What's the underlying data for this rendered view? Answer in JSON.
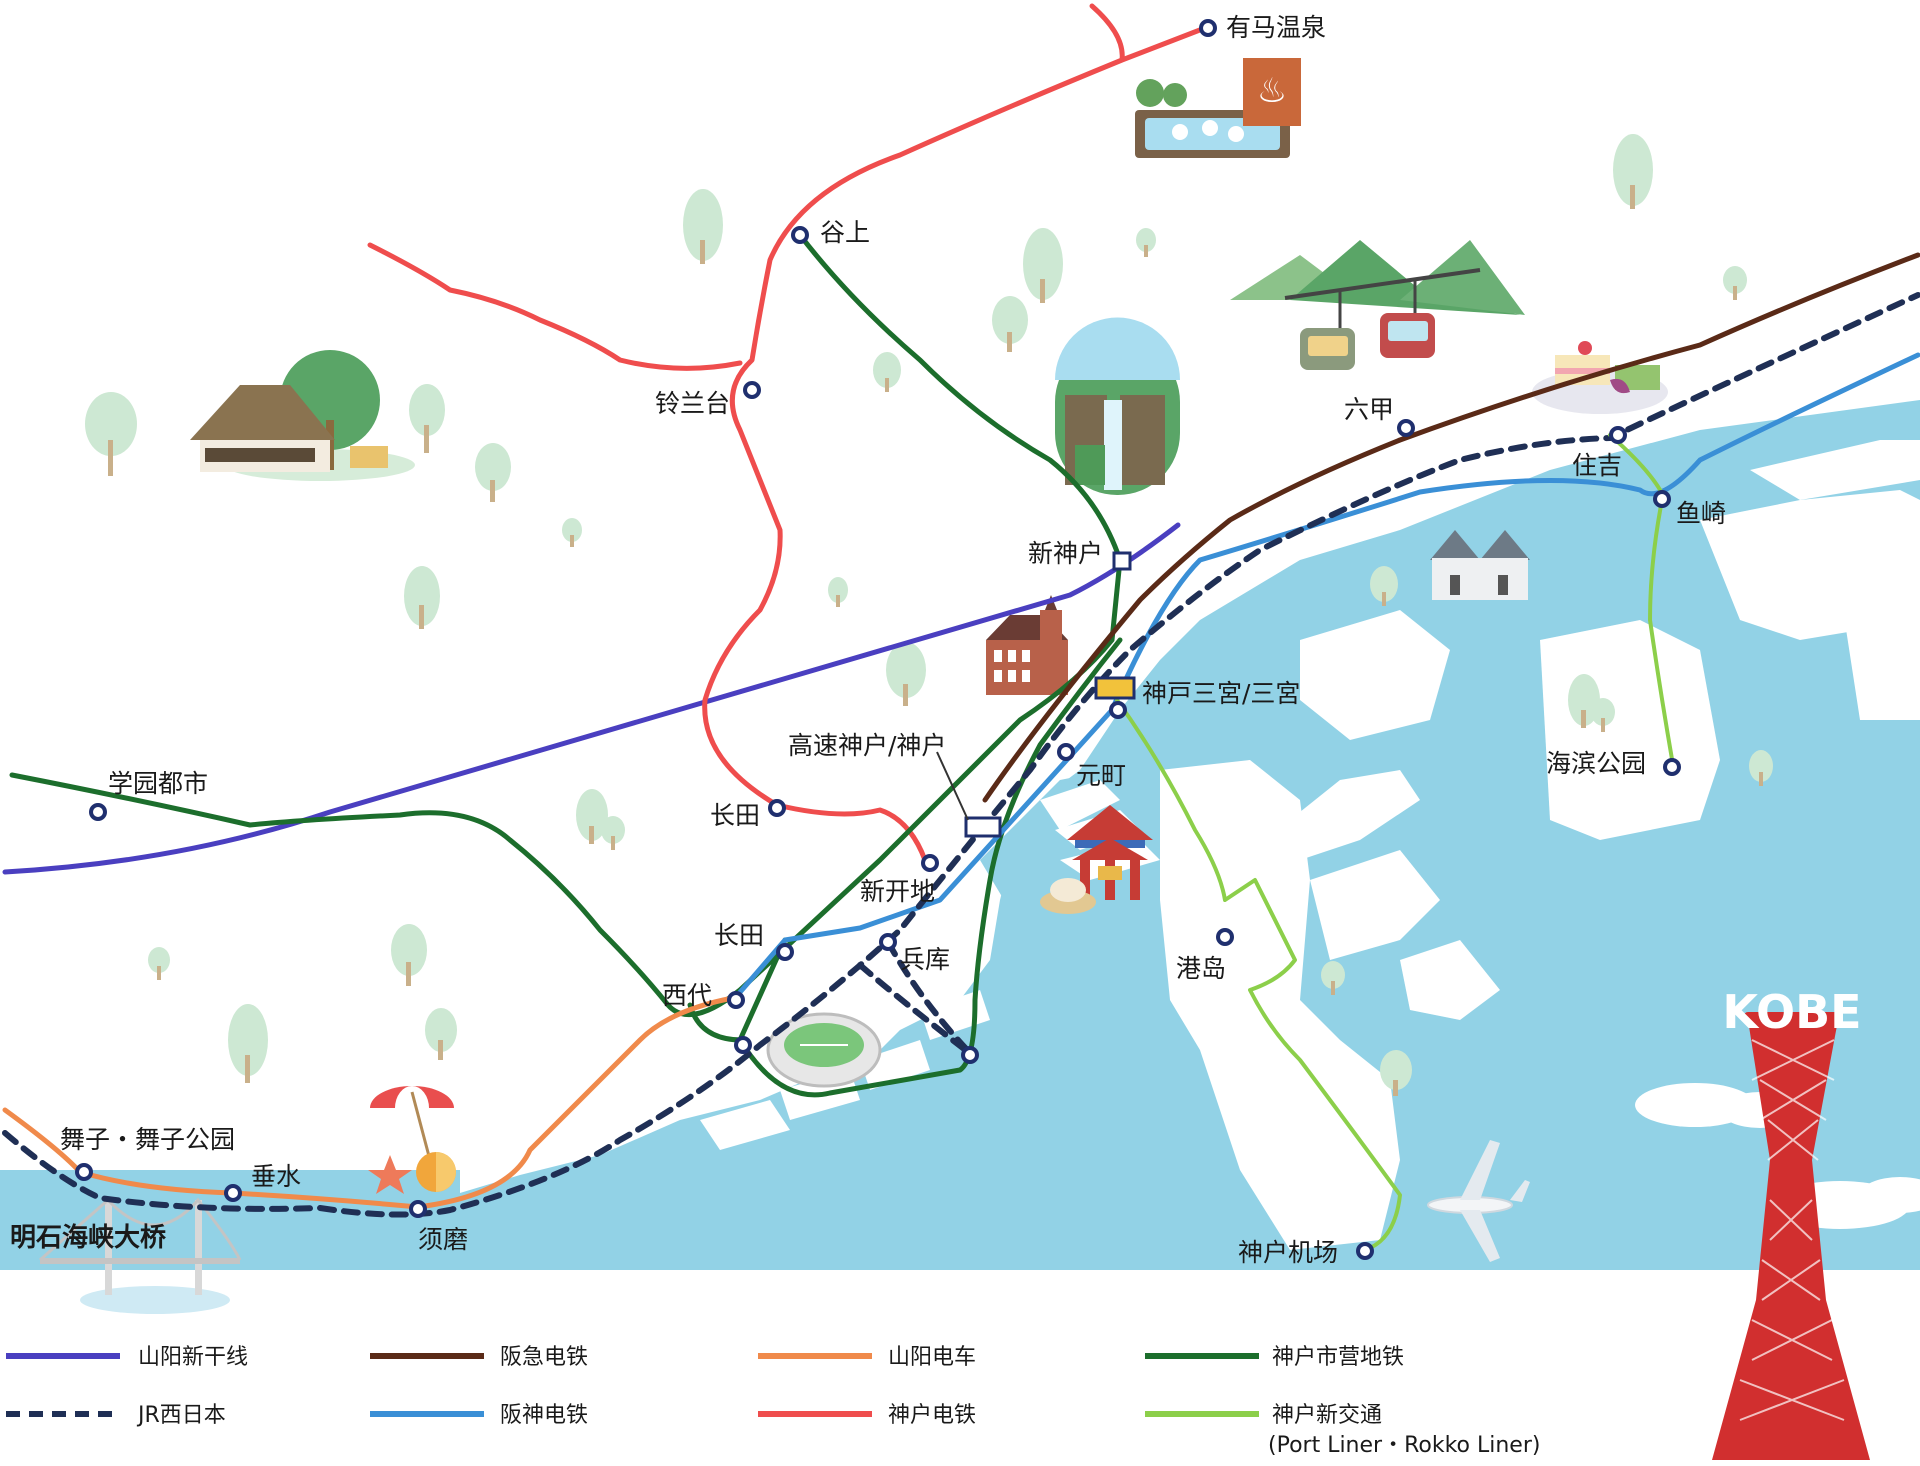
{
  "stations": {
    "arima": "有马温泉",
    "tanigami": "谷上",
    "suzurandai": "铃兰台",
    "shinkobe": "新神户",
    "sannomiya": "神戸三宮/三宮",
    "gakuen": "学园都市",
    "kousoku": "高速神户/神户",
    "nagata_kobe": "长田",
    "motomachi": "元町",
    "shinkaichi": "新开地",
    "nagata": "长田",
    "hyogo": "兵库",
    "nishidai": "西代",
    "maiko": "舞子・舞子公园",
    "tarumi": "垂水",
    "suma": "须磨",
    "akashi_bridge": "明石海峡大桥",
    "port_island": "港岛",
    "airport": "神户机场",
    "rokko": "六甲",
    "sumiyoshi": "住吉",
    "uozaki": "鱼崎",
    "kaihin": "海滨公园"
  },
  "landmark_text": {
    "tower": "KOBE"
  },
  "legend": [
    {
      "label": "山阳新干线",
      "color": "#4a3fc0",
      "style": "solid"
    },
    {
      "label": "阪急电铁",
      "color": "#5a2a17",
      "style": "solid"
    },
    {
      "label": "山阳电车",
      "color": "#f08a4b",
      "style": "solid"
    },
    {
      "label": "神户市营地铁",
      "color": "#1c6e2c",
      "style": "solid"
    },
    {
      "label": "JR西日本",
      "color": "#1f2f55",
      "style": "dashed"
    },
    {
      "label": "阪神电铁",
      "color": "#3a8fd6",
      "style": "solid"
    },
    {
      "label": "神户电铁",
      "color": "#ef4d4d",
      "style": "solid"
    },
    {
      "label": "神户新交通",
      "color": "#8ccf4a",
      "style": "solid"
    }
  ],
  "legend_note": "(Port Liner・Rokko Liner)",
  "colors": {
    "sea": "#92d2e6",
    "land": "#ffffff",
    "station_ring": "#1f2f6e"
  }
}
